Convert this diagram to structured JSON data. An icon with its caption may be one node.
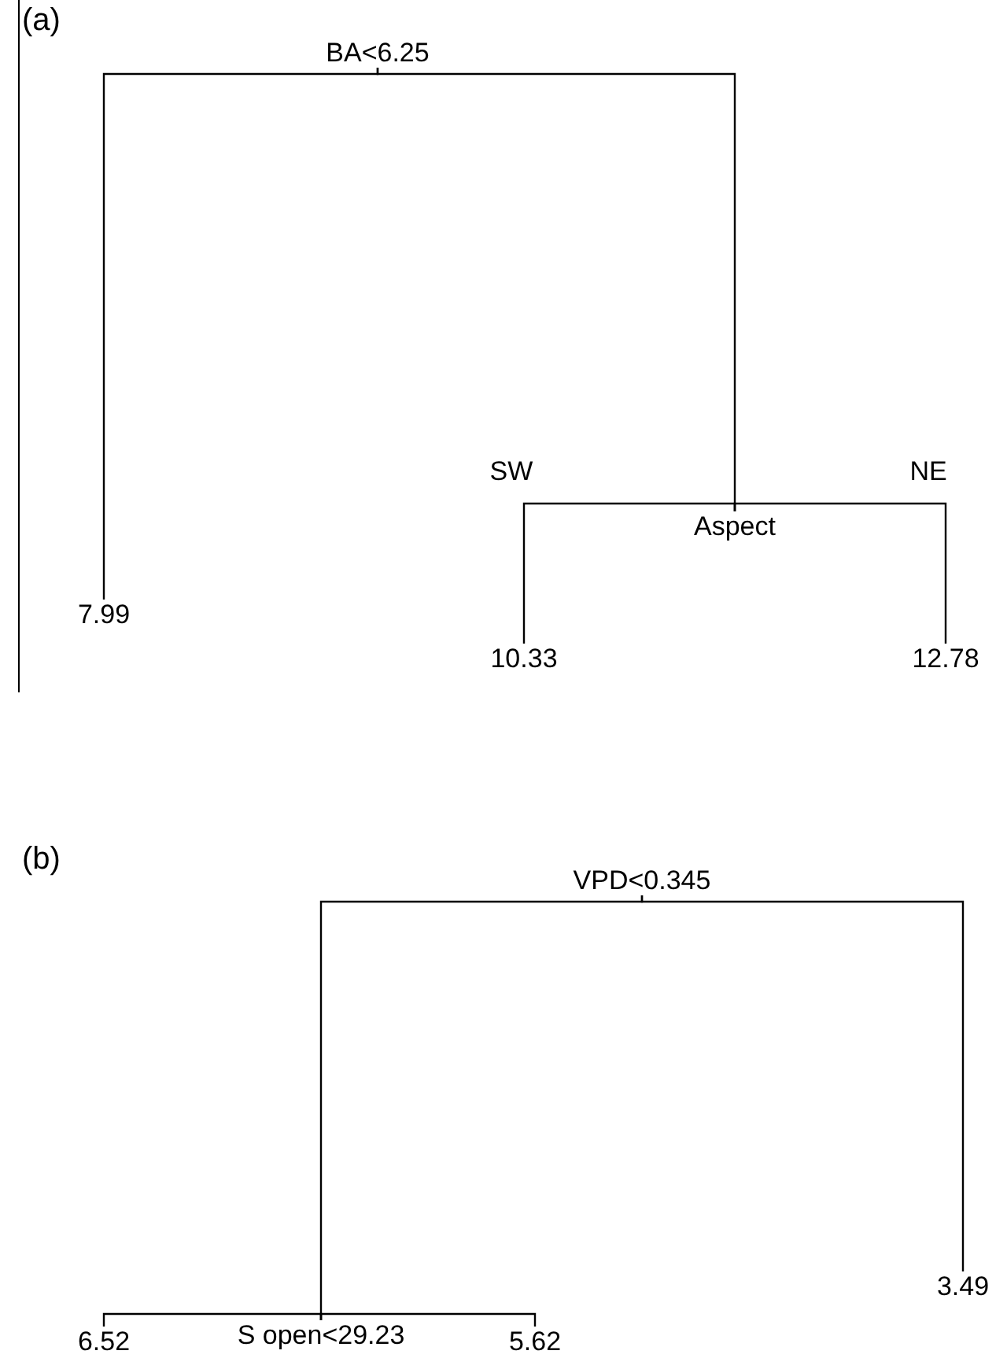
{
  "diagram": {
    "nodes": [
      {
        "text": [
          "BA<6.25"
        ]
      },
      {
        "text": [
          "7.99"
        ]
      },
      {
        "text": [
          "Aspect"
        ]
      },
      {
        "text": [
          "10.33"
        ]
      },
      {
        "text": [
          "12.78"
        ]
      },
      {
        "text": [
          "VPD<0.345"
        ]
      },
      {
        "text": [
          "S open<29.23"
        ]
      },
      {
        "text": [
          "3.49"
        ]
      },
      {
        "text": [
          "6.52"
        ]
      },
      {
        "text": [
          "5.62"
        ]
      }
    ],
    "edges": [
      {
        "from": 0,
        "to": 1,
        "arrow": "none"
      },
      {
        "from": 0,
        "to": 2,
        "arrow": "none"
      },
      {
        "from": 2,
        "to": 3,
        "arrow": "none",
        "label": "SW"
      },
      {
        "from": 2,
        "to": 4,
        "arrow": "none",
        "label": "NE"
      },
      {
        "from": 5,
        "to": 6,
        "arrow": "none"
      },
      {
        "from": 5,
        "to": 7,
        "arrow": "none"
      },
      {
        "from": 6,
        "to": 8,
        "arrow": "none"
      },
      {
        "from": 6,
        "to": 9,
        "arrow": "none"
      }
    ],
    "labels": [
      "(a)",
      "(b)"
    ]
  }
}
